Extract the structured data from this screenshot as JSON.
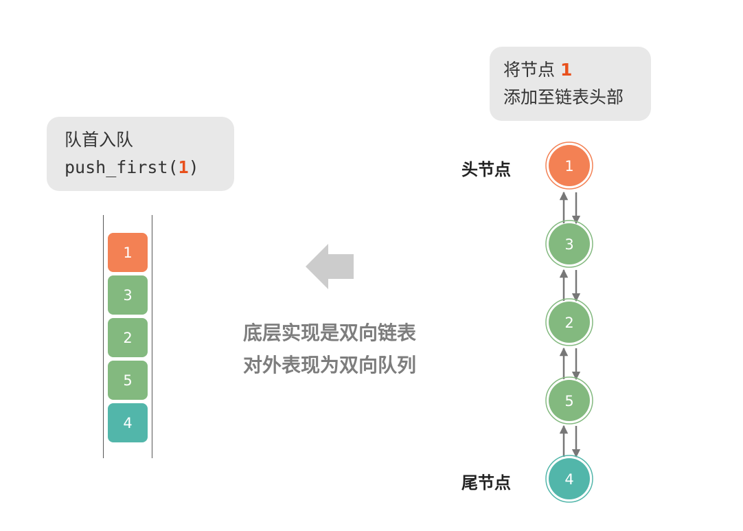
{
  "colors": {
    "orange": "#f38154",
    "green": "#83b97f",
    "teal": "#52b6aa",
    "bubble_bg": "#e8e8e8",
    "arrow_gray": "#cccccc",
    "highlight": "#e8501c"
  },
  "left_bubble": {
    "line1": "队首入队",
    "code_prefix": "push_first(",
    "code_arg": "1",
    "code_suffix": ")"
  },
  "right_bubble": {
    "line1_prefix": "将节点 ",
    "line1_value": "1",
    "line2": "添加至链表头部"
  },
  "deque": {
    "items": [
      "1",
      "3",
      "2",
      "5",
      "4"
    ]
  },
  "middle_text": {
    "line1": "底层实现是双向链表",
    "line2": "对外表现为双向队列"
  },
  "linked_list": {
    "nodes": [
      "1",
      "3",
      "2",
      "5",
      "4"
    ],
    "head_label": "头节点",
    "tail_label": "尾节点"
  }
}
